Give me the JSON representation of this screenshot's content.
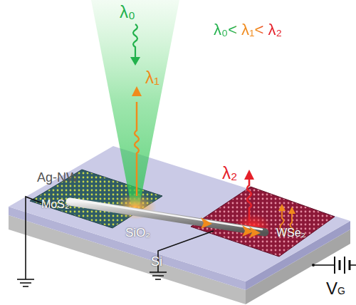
{
  "diagram": {
    "labels": [
      "λ₀",
      "λ₀< λ₁< λ₂",
      "λ₁",
      "Ag-NW",
      "MoS₂",
      "SiO₂",
      "λ₂",
      "WSe₂",
      "Si",
      "VG"
    ]
  }
}
